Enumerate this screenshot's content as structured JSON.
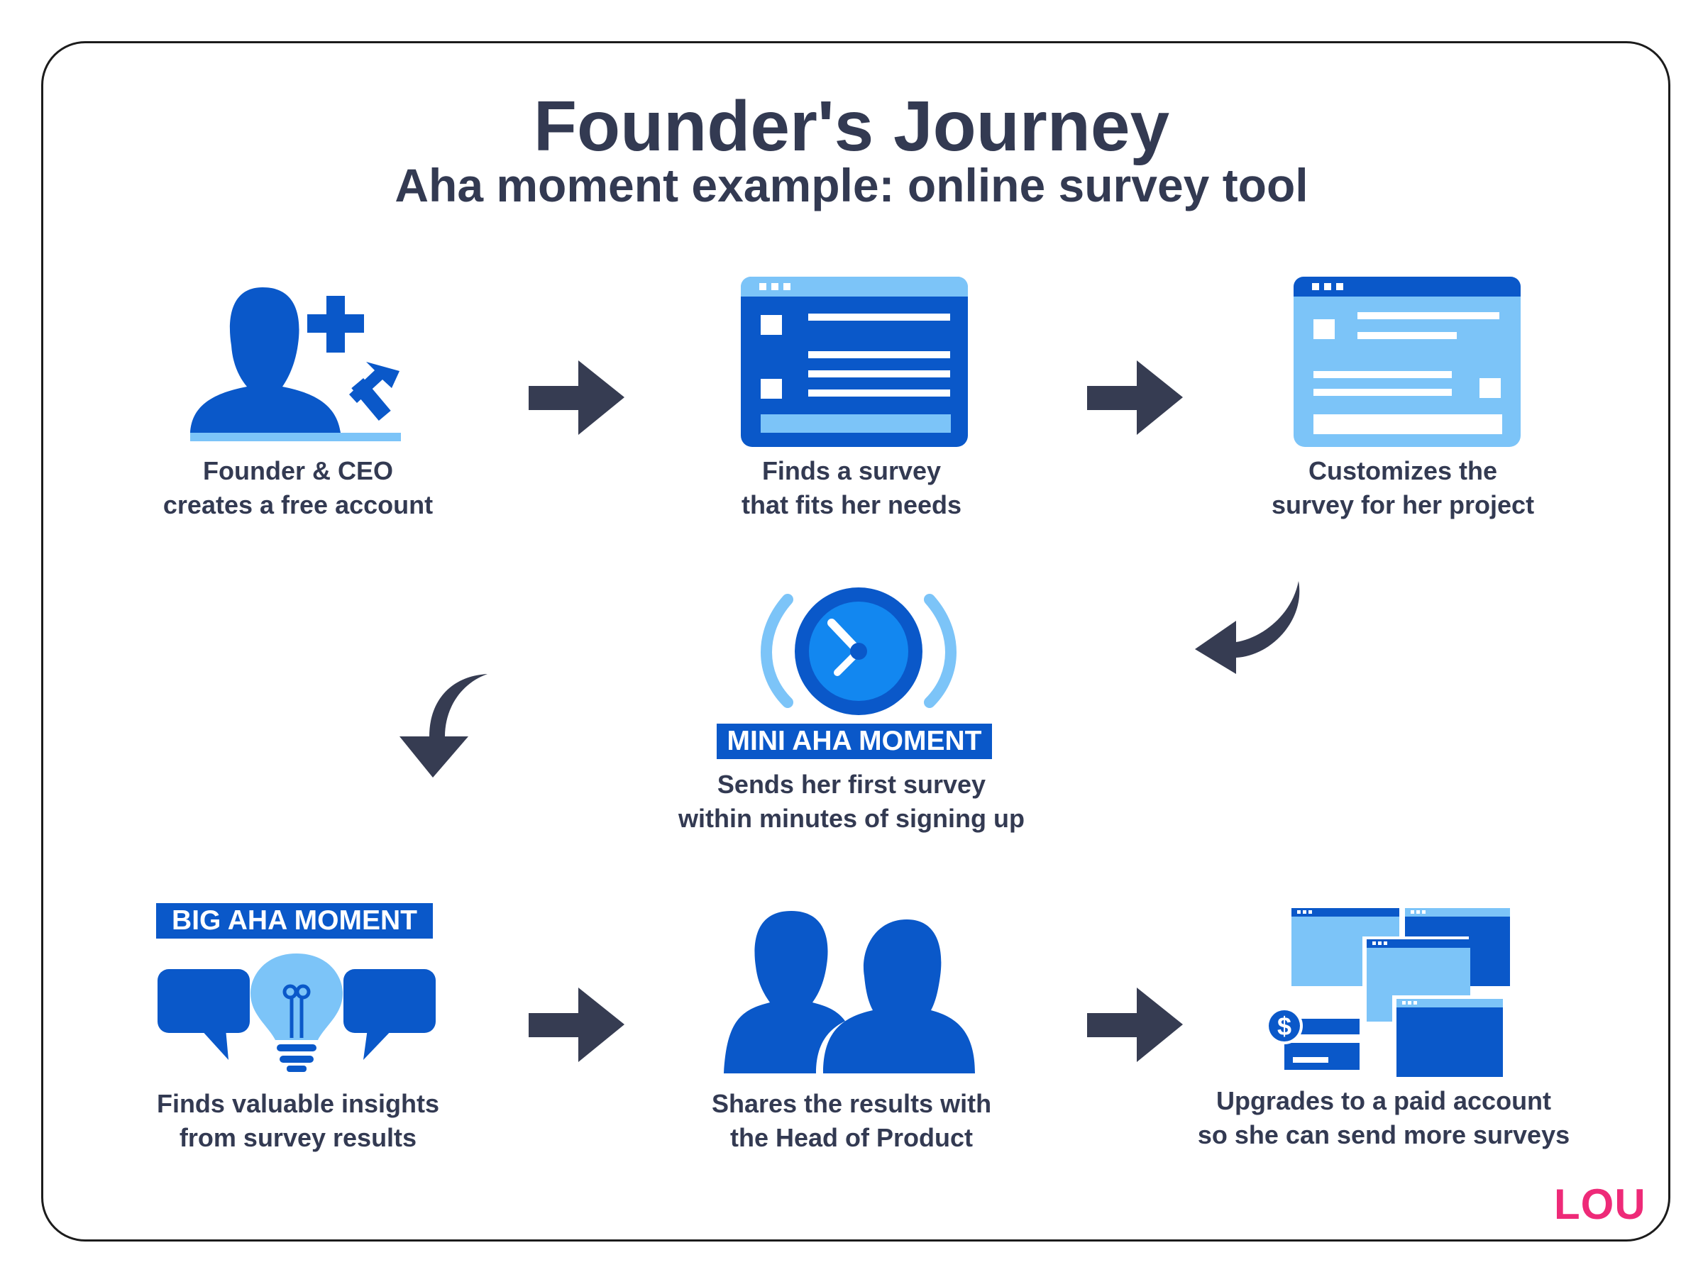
{
  "title": "Founder's Journey",
  "subtitle": "Aha moment example: online survey tool",
  "steps": [
    {
      "line1": "Founder & CEO",
      "line2": "creates a free account"
    },
    {
      "line1": "Finds a survey",
      "line2": "that fits her needs"
    },
    {
      "line1": "Customizes the",
      "line2": "survey for her project"
    },
    {
      "badge": "MINI AHA MOMENT",
      "line1": "Sends her first survey",
      "line2": "within minutes of signing up"
    },
    {
      "badge": "BIG AHA MOMENT",
      "line1": "Finds valuable insights",
      "line2": "from survey results"
    },
    {
      "line1": "Shares the results with",
      "line2": "the Head of Product"
    },
    {
      "line1": "Upgrades to a paid account",
      "line2": "so she can send more surveys"
    }
  ],
  "logo": "LOU",
  "dollar_symbol": "$",
  "colors": {
    "dark_blue": "#0a58c9",
    "light_blue": "#7cc4f8",
    "navy_text": "#333a52",
    "arrow": "#363c52",
    "logo_pink": "#ee2a78"
  },
  "icons": [
    "user-plus-icon",
    "survey-template-icon",
    "survey-edit-icon",
    "clock-alarm-icon",
    "lightbulb-insights-icon",
    "two-people-icon",
    "paid-windows-icon"
  ]
}
